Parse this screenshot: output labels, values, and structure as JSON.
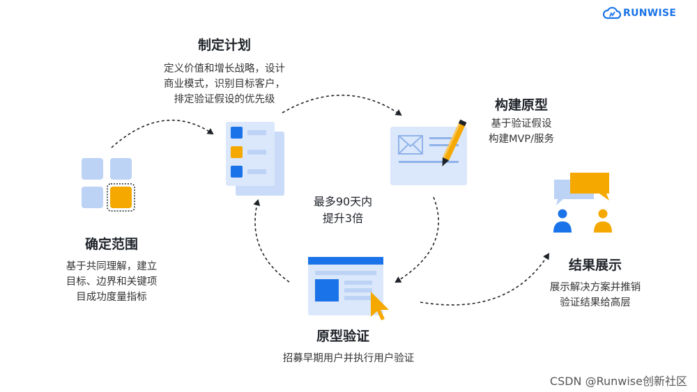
{
  "brand": {
    "name": "RUNWISE"
  },
  "steps": [
    {
      "title": "确定范围",
      "lines": [
        "基于共同理解，建立",
        "目标、边界和关键项",
        "目成功度量指标"
      ]
    },
    {
      "title": "制定计划",
      "lines": [
        "定义价值和增长战略，设计",
        "商业模式，识别目标客户，",
        "排定验证假设的优先级"
      ]
    },
    {
      "title": "构建原型",
      "lines": [
        "基于验证假设",
        "构建MVP/服务"
      ]
    },
    {
      "title": "原型验证",
      "lines": [
        "招募早期用户并执行用户验证"
      ]
    },
    {
      "title": "结果展示",
      "lines": [
        "展示解决方案并推销",
        "验证结果给高层"
      ]
    }
  ],
  "center": {
    "line1": "最多90天内",
    "line2": "提升3倍"
  },
  "watermark": "CSDN @Runwise创新社区",
  "colors": {
    "blue": "#1a73e8",
    "light_blue": "#c9dbf8",
    "orange": "#f5a800"
  }
}
